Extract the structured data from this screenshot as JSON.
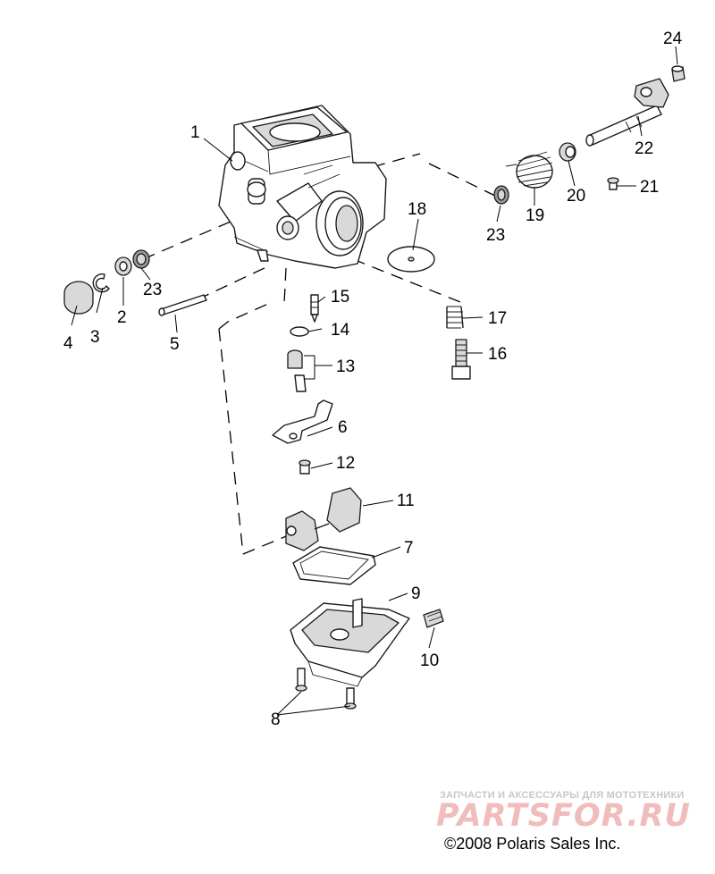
{
  "callouts": [
    {
      "id": "1",
      "text": "1"
    },
    {
      "id": "2",
      "text": "2"
    },
    {
      "id": "3",
      "text": "3"
    },
    {
      "id": "4",
      "text": "4"
    },
    {
      "id": "5",
      "text": "5"
    },
    {
      "id": "6",
      "text": "6"
    },
    {
      "id": "7",
      "text": "7"
    },
    {
      "id": "8",
      "text": "8"
    },
    {
      "id": "9",
      "text": "9"
    },
    {
      "id": "10",
      "text": "10"
    },
    {
      "id": "11",
      "text": "11"
    },
    {
      "id": "12",
      "text": "12"
    },
    {
      "id": "13",
      "text": "13"
    },
    {
      "id": "14",
      "text": "14"
    },
    {
      "id": "15",
      "text": "15"
    },
    {
      "id": "16",
      "text": "16"
    },
    {
      "id": "17",
      "text": "17"
    },
    {
      "id": "18",
      "text": "18"
    },
    {
      "id": "19",
      "text": "19"
    },
    {
      "id": "20",
      "text": "20"
    },
    {
      "id": "21",
      "text": "21"
    },
    {
      "id": "22",
      "text": "22"
    },
    {
      "id": "23a",
      "text": "23"
    },
    {
      "id": "23b",
      "text": "23"
    },
    {
      "id": "24",
      "text": "24"
    }
  ],
  "watermark": {
    "tagline": "ЗАПЧАСТИ И АКСЕССУАРЫ ДЛЯ МОТОТЕХНИКИ",
    "logo": "PARTSFOR.RU"
  },
  "copyright": "©2008 Polaris Sales Inc."
}
